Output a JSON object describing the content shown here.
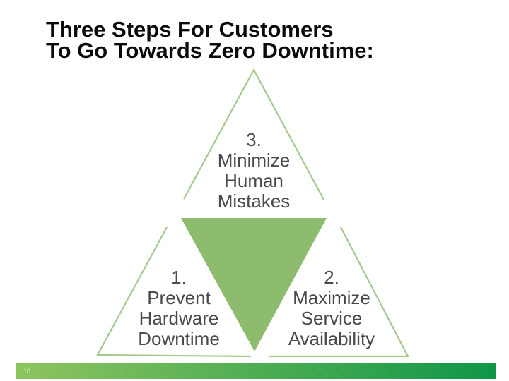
{
  "slide": {
    "title": {
      "line1": "Three Steps For Customers",
      "line2": "To Go Towards Zero Downtime:"
    },
    "footer": {
      "page_number": "10"
    }
  },
  "diagram": {
    "type": "triangle-triforce",
    "description": "Outlined outer triangle with gaps at edge midpoints and a solid inverted inner triangle; three step labels",
    "steps": [
      {
        "number": "1.",
        "lines": [
          "Prevent",
          "Hardware",
          "Downtime"
        ],
        "position": "bottom-left"
      },
      {
        "number": "2.",
        "lines": [
          "Maximize",
          "Service",
          "Availability"
        ],
        "position": "bottom-right"
      },
      {
        "number": "3.",
        "lines": [
          "Minimize",
          "Human",
          "Mistakes"
        ],
        "position": "top"
      }
    ],
    "colors": {
      "title_text": "#0b0b0b",
      "label_text": "#4a4a4a",
      "triangle_outline": "#a6c98b",
      "triangle_fill": "#8ebc6e",
      "bar_gradient_start": "#8cc45c",
      "bar_gradient_end": "#0a9444"
    }
  }
}
